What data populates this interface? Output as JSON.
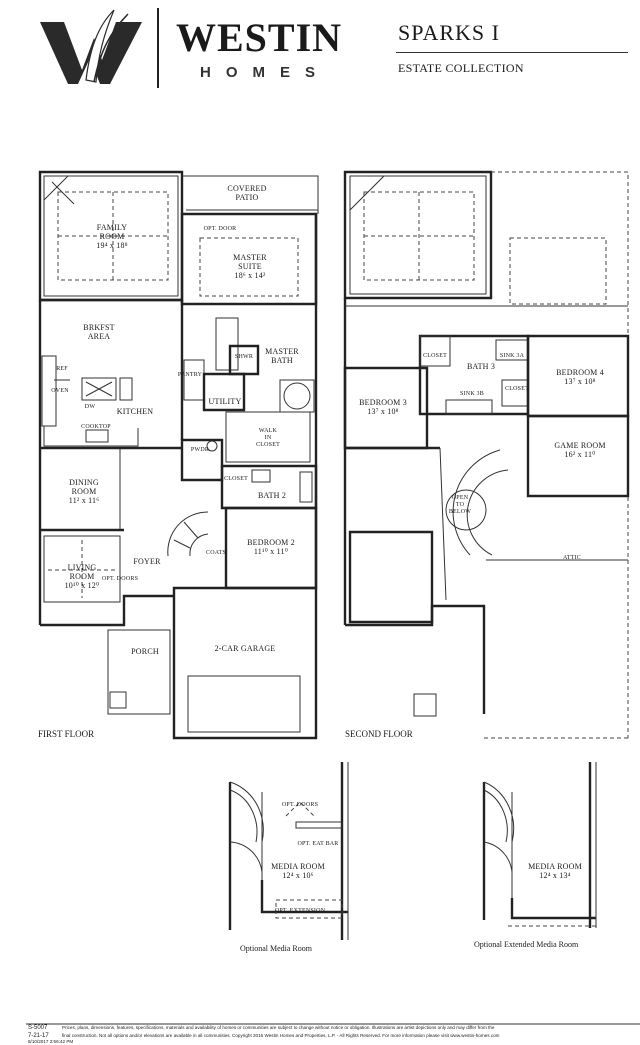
{
  "header": {
    "brand_name": "WESTIN",
    "brand_sub": "HOMES",
    "plan_name": "SPARKS I",
    "collection": "ESTATE COLLECTION"
  },
  "first_floor": {
    "caption": "FIRST FLOOR",
    "rooms": {
      "covered_patio": "COVERED\nPATIO",
      "family_room": "FAMILY\nROOM\n19⁴ x 18⁸",
      "opt_door": "OPT. DOOR",
      "master_suite": "MASTER\nSUITE\n18⁶ x 14²",
      "brkfst_area": "BRKFST\nAREA",
      "shwr": "SHWR",
      "master_bath": "MASTER\nBATH",
      "pantry": "PANTRY",
      "utility": "UTILITY",
      "oven": "OVEN",
      "ref": "REF",
      "dw": "DW",
      "kitchen": "KITCHEN",
      "cooktop": "COOKTOP",
      "walk_in_closet": "WALK\nIN\nCLOSET",
      "pwdr": "PWDR",
      "closet": "CLOSET",
      "dining_room": "DINING\nROOM\n11² x 11⁶",
      "bath_2": "BATH 2",
      "bedroom_2": "BEDROOM 2\n11¹⁰ x 11⁰",
      "coats": "COATS",
      "foyer": "FOYER",
      "living_room": "LIVING\nROOM\n10¹⁰ x 12⁰",
      "opt_doors": "OPT. DOORS",
      "porch": "PORCH",
      "garage": "2-CAR GARAGE"
    }
  },
  "second_floor": {
    "caption": "SECOND FLOOR",
    "rooms": {
      "closet_a": "CLOSET",
      "bath_3": "BATH 3",
      "sink_3a": "SINK 3A",
      "bedroom_4": "BEDROOM 4\n13⁷ x 10⁸",
      "closet_b": "CLOSET",
      "bedroom_3": "BEDROOM 3\n13⁷ x 10⁸",
      "sink_3b": "SINK 3B",
      "game_room": "GAME ROOM\n16² x 11⁰",
      "open_to_below": "OPEN\nTO\nBELOW",
      "attic": "ATTIC"
    }
  },
  "optional_media": {
    "caption": "Optional Media Room",
    "opt_doors": "OPT. DOORS",
    "opt_eat_bar": "OPT. EAT BAR",
    "media_room": "MEDIA ROOM\n12⁴ x 10⁶",
    "opt_extension": "OPT. EXTENSION"
  },
  "optional_extended_media": {
    "caption": "Optional Extended Media Room",
    "media_room": "MEDIA ROOM\n12⁴ x 13⁴"
  },
  "footer": {
    "code": "S-5007",
    "date": "7-21-17",
    "line1": "Prices, plans, dimensions, features, specifications, materials and availability of homes or communities are subject to change without notice or obligation. Illustrations are artist depictions only and may differ from the",
    "line2": "final construction. Not all options and/or elevations are available in all communities. Copyright 2016 Westin Homes and Properties, L.P. - All Rights Reserved. For more information please visit www.westin-homes.com",
    "timestamp": "8/10/2017 2:56:42 PM"
  }
}
